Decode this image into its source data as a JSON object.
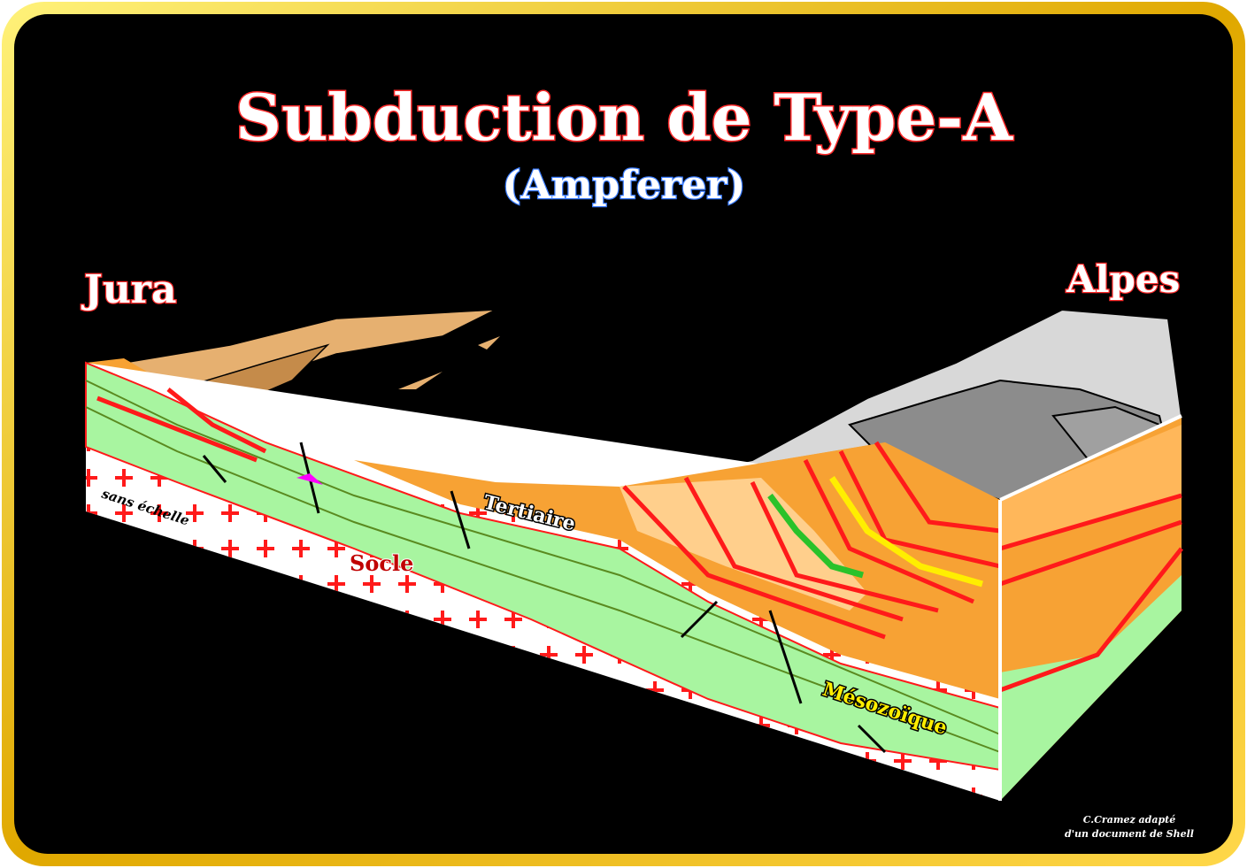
{
  "title": "Subduction de Type-A",
  "subtitle": "(Ampferer)",
  "labels": {
    "left_region": "Jura",
    "right_region": "Alpes",
    "tertiary": "Tertiaire",
    "basement": "Socle",
    "mesozoic": "Mésozoïque",
    "scale_note": "sans échelle"
  },
  "credit": {
    "line1": "C.Cramez adapté",
    "line2": "d'un document de Shell"
  },
  "colors": {
    "frame_gold": "#f5c400",
    "background": "#000000",
    "title_red": "#ff2a2a",
    "subtitle_blue": "#6aa8ff",
    "tertiary_orange": "#f7a234",
    "mesozoic_green": "#a8f5a0",
    "socle_cross": "#ff1a1a",
    "thrust_red": "#ff1a1a",
    "mountain_grey": "#a8a8a8"
  }
}
